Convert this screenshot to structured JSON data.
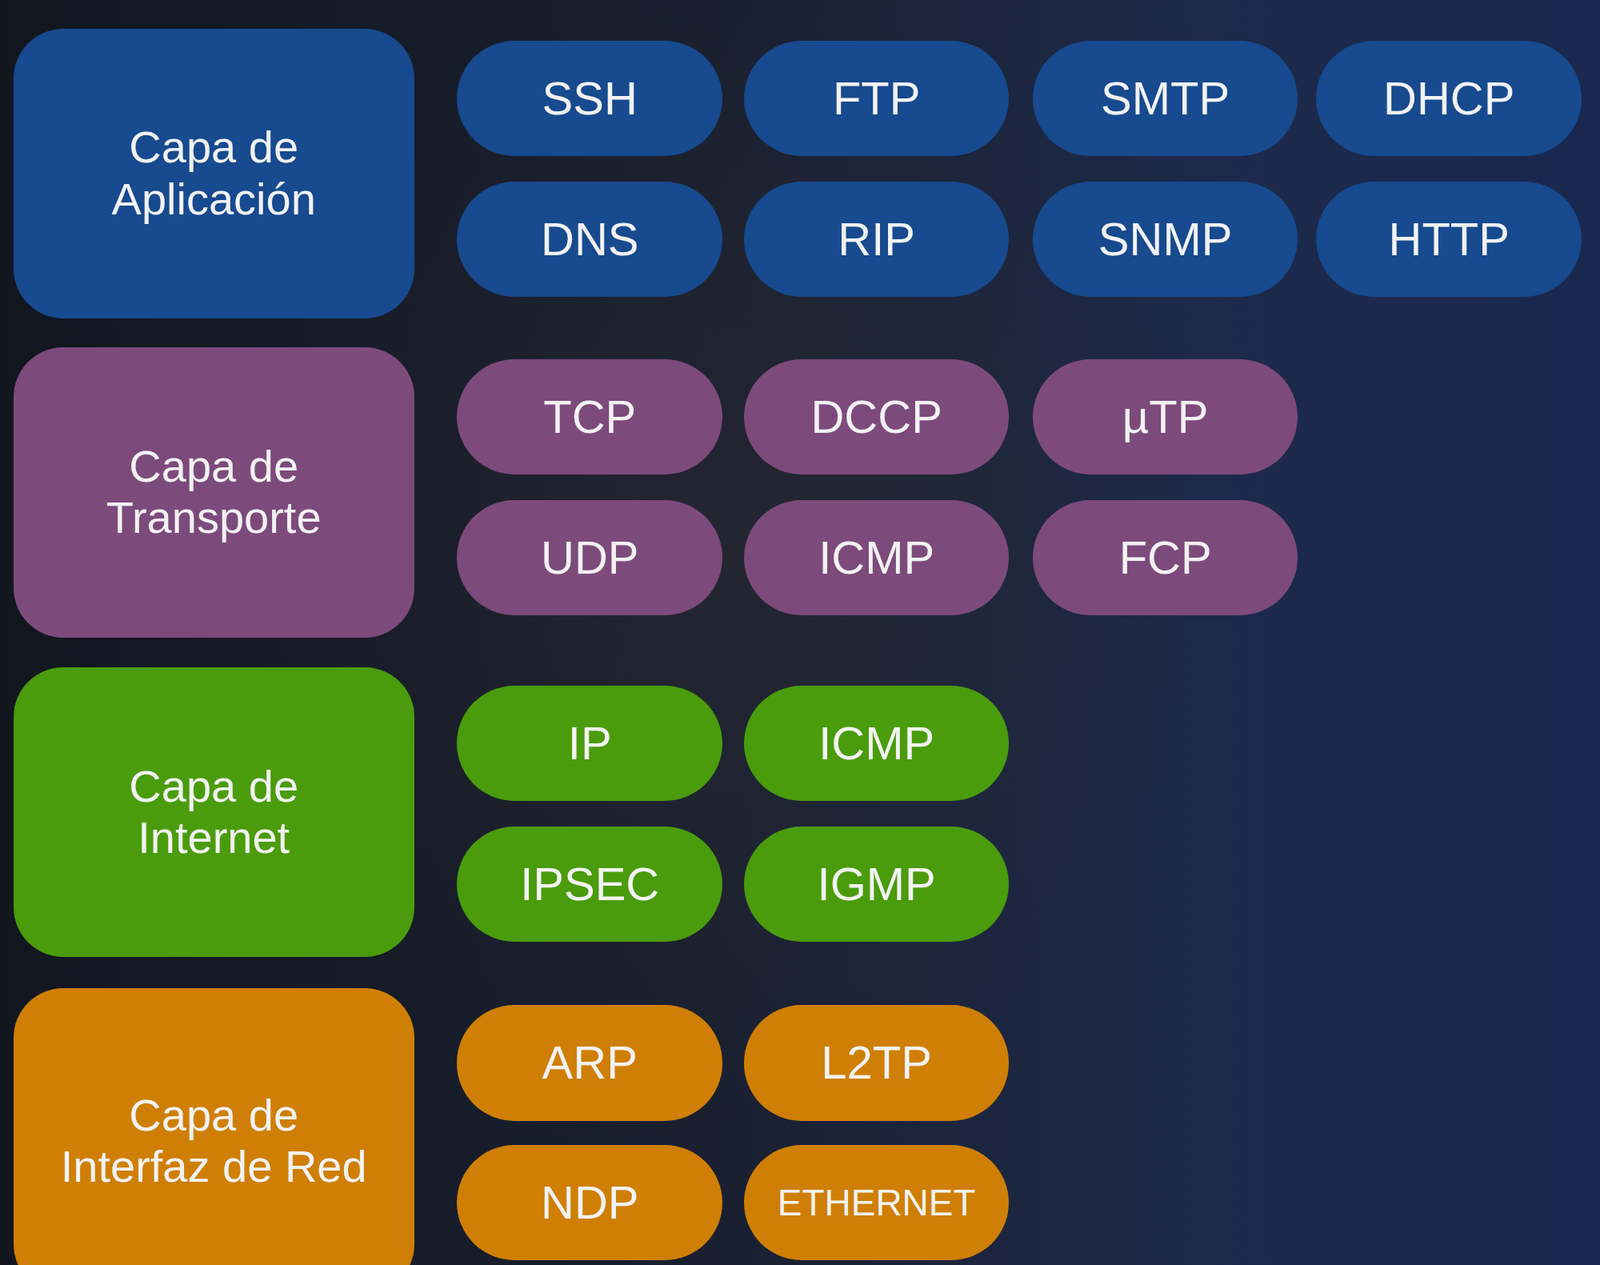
{
  "diagram": {
    "nodes": [
      {
        "text": [
          "Capa de Aplicación"
        ]
      },
      {
        "text": [
          "SSH"
        ]
      },
      {
        "text": [
          "FTP"
        ]
      },
      {
        "text": [
          "SMTP"
        ]
      },
      {
        "text": [
          "DHCP"
        ]
      },
      {
        "text": [
          "DNS"
        ]
      },
      {
        "text": [
          "RIP"
        ]
      },
      {
        "text": [
          "SNMP"
        ]
      },
      {
        "text": [
          "HTTP"
        ]
      },
      {
        "text": [
          "Capa de Transporte"
        ]
      },
      {
        "text": [
          "TCP"
        ]
      },
      {
        "text": [
          "DCCP"
        ]
      },
      {
        "text": [
          "µTP"
        ]
      },
      {
        "text": [
          "UDP"
        ]
      },
      {
        "text": [
          "ICMP"
        ]
      },
      {
        "text": [
          "FCP"
        ]
      },
      {
        "text": [
          "Capa de Internet"
        ]
      },
      {
        "text": [
          "IP"
        ]
      },
      {
        "text": [
          "ICMP"
        ]
      },
      {
        "text": [
          "IPSEC"
        ]
      },
      {
        "text": [
          "IGMP"
        ]
      },
      {
        "text": [
          "Capa de Interfaz de Red"
        ]
      },
      {
        "text": [
          "ARP"
        ]
      },
      {
        "text": [
          "L2TP"
        ]
      },
      {
        "text": [
          "NDP"
        ]
      },
      {
        "text": [
          "ETHERNET"
        ]
      }
    ]
  }
}
